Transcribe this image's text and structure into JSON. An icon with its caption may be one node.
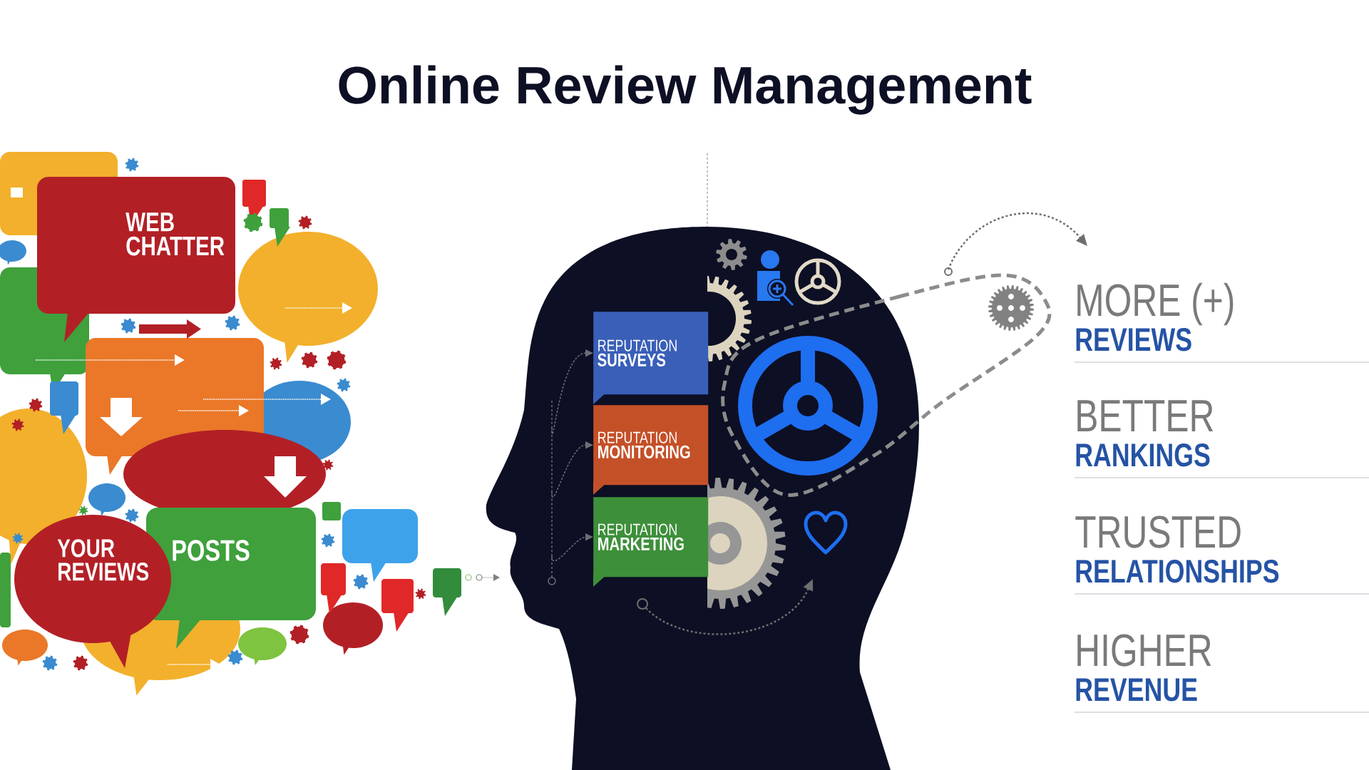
{
  "diagram": {
    "title": "Online Review Management",
    "nodes": [
      {
        "text": [
          "WEB CHATTER"
        ]
      },
      {
        "text": [
          "POSTS"
        ]
      },
      {
        "text": [
          "YOUR REVIEWS"
        ]
      },
      {
        "text": [
          "REPUTATION",
          "SURVEYS"
        ]
      },
      {
        "text": [
          "REPUTATION",
          "MONITORING"
        ]
      },
      {
        "text": [
          "REPUTATION",
          "MARKETING"
        ]
      }
    ],
    "edges": [
      {
        "from": null,
        "to": 3,
        "arrow": "to",
        "style": "dashed"
      },
      {
        "from": null,
        "to": 4,
        "arrow": "to",
        "style": "dashed"
      },
      {
        "from": null,
        "to": 5,
        "arrow": "to",
        "style": "dashed"
      }
    ],
    "labels": [
      "MORE (+)",
      "REVIEWS",
      "BETTER",
      "RANKINGS",
      "TRUSTED",
      "RELATIONSHIPS",
      "HIGHER",
      "REVENUE"
    ]
  }
}
